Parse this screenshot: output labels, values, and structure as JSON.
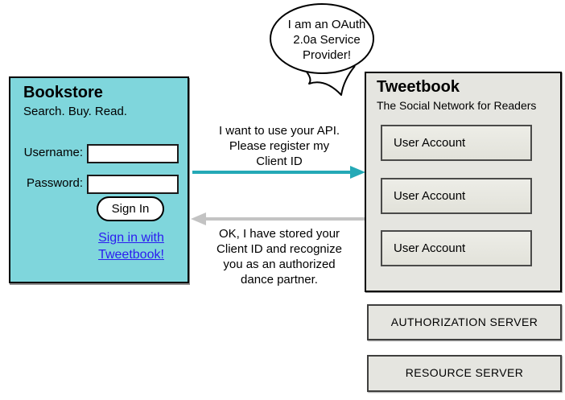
{
  "bubble": {
    "text": "I am an OAuth\n2.0a Service\nProvider!"
  },
  "bookstore": {
    "title": "Bookstore",
    "tagline": "Search. Buy. Read.",
    "username_label": "Username:",
    "password_label": "Password:",
    "username_value": "",
    "password_value": "",
    "sign_in_label": "Sign In",
    "oauth_link_label": "Sign in with\nTweetbook!"
  },
  "messages": {
    "request": "I want to use your API.\nPlease register my\nClient ID",
    "response": "OK, I have stored your\nClient ID and recognize\nyou as an authorized\ndance partner."
  },
  "tweetbook": {
    "title": "Tweetbook",
    "subtitle": "The Social Network for Readers",
    "accounts": [
      {
        "label": "User Account"
      },
      {
        "label": "User Account"
      },
      {
        "label": "User Account"
      }
    ]
  },
  "servers": {
    "authorization": "AUTHORIZATION SERVER",
    "resource": "RESOURCE SERVER"
  },
  "colors": {
    "bookstore_fill": "#7FD6DC",
    "request_arrow": "#24A9B6",
    "response_arrow": "#C3C3C3",
    "panel_fill": "#E5E5E0",
    "link_blue": "#2B1BF0"
  }
}
